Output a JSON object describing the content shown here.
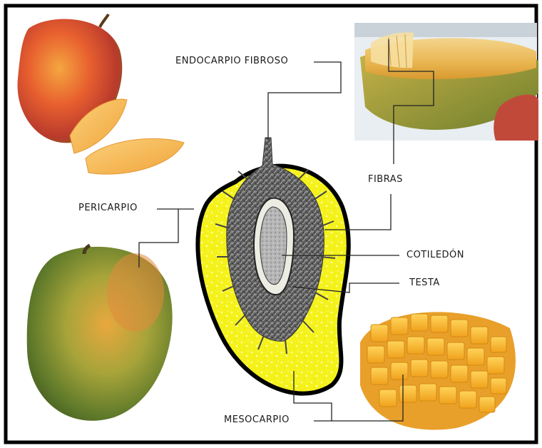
{
  "diagram": {
    "labels": {
      "endocarpio": "ENDOCARPIO FIBROSO",
      "fibras": "FIBRAS",
      "pericarpio": "PERICARPIO",
      "cotiledon": "COTILEDÓN",
      "testa": "TESTA",
      "mesocarpio": "MESOCARPIO"
    },
    "colors": {
      "border": "#000000",
      "mesocarp": "#f4f21a",
      "endocarp": "#5a5a5a",
      "seed_coat": "#e8e8e0",
      "cotyledon": "#bdbdbd",
      "leader_lines": "#222222"
    },
    "photos": [
      "mango-with-slices-photo",
      "cut-mango-fibers-photo",
      "whole-mango-photo",
      "cubed-mango-photo"
    ]
  }
}
